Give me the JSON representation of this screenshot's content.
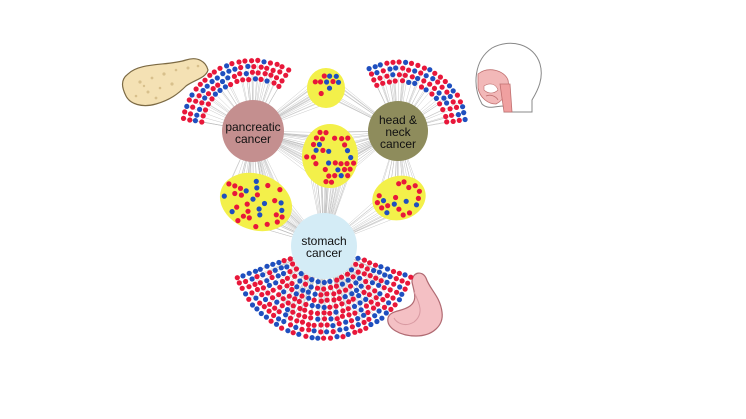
{
  "hubs": {
    "pancreatic": {
      "line1": "pancreatic",
      "line2": "cancer",
      "color": "#c48f8f"
    },
    "head_neck": {
      "line1": "head &",
      "line2": "neck",
      "line3": "cancer",
      "color": "#8e8c5c"
    },
    "stomach": {
      "line1": "stomach",
      "line2": "cancer",
      "color": "#d4ecf6"
    }
  },
  "palette": {
    "red": "#e8173a",
    "blue": "#1f4fbf",
    "yellow": "#f3f04a",
    "edge": "#bdbdbd"
  },
  "icons": [
    "pancreas-icon",
    "head-profile-icon",
    "stomach-icon"
  ]
}
